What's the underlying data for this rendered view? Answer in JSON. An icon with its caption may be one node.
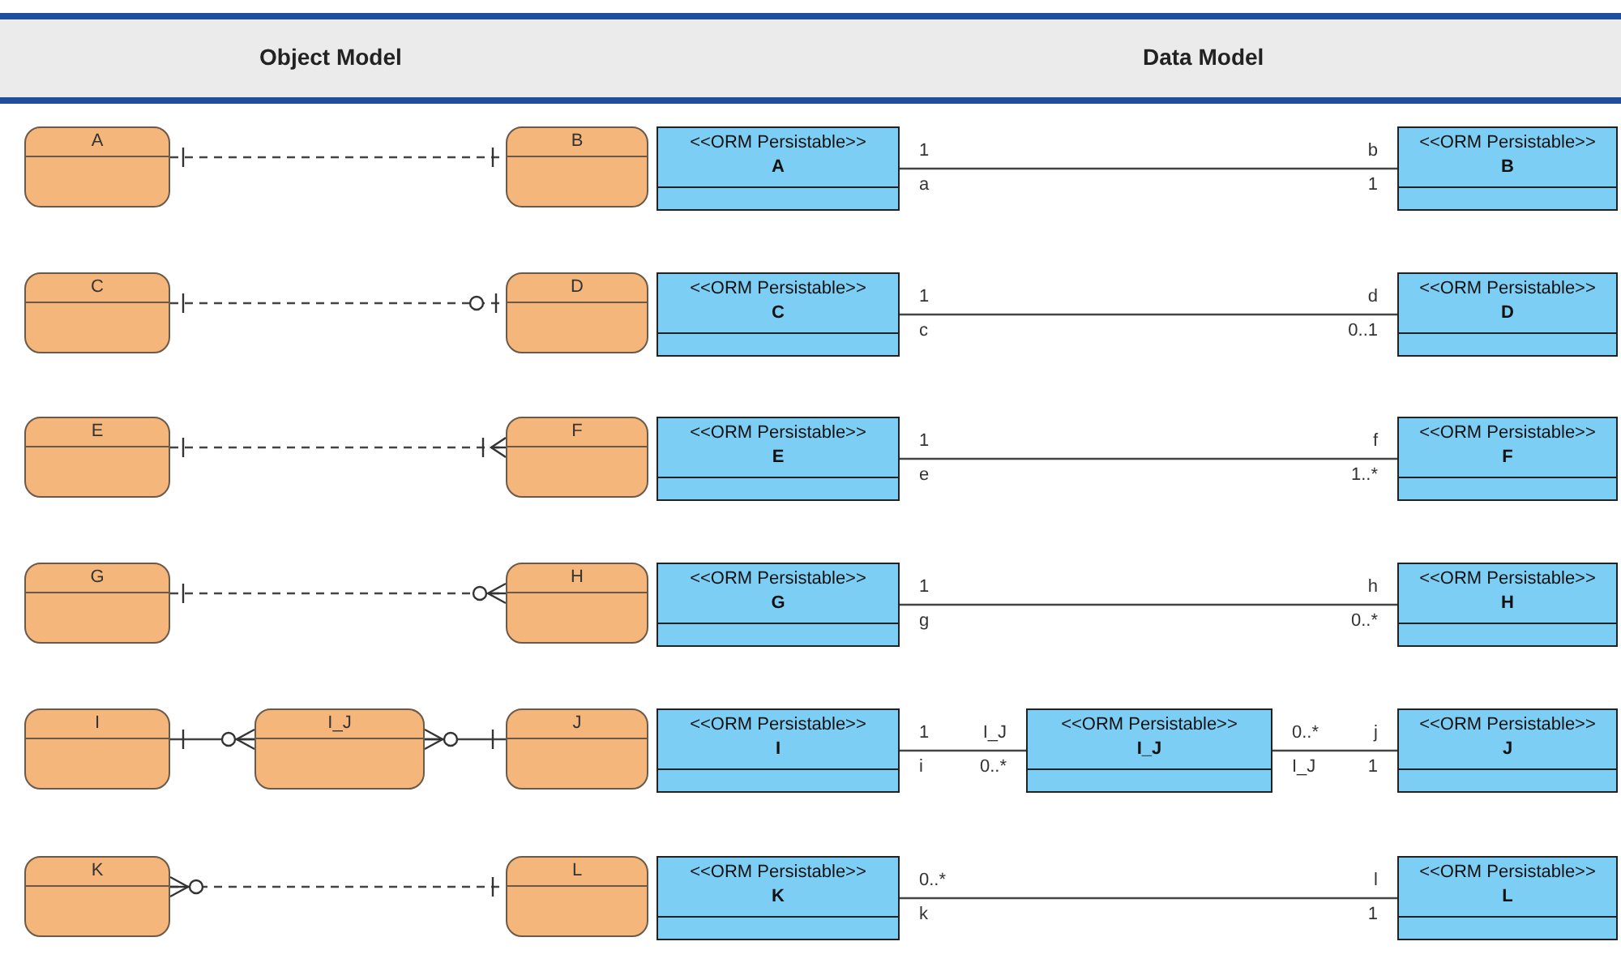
{
  "diagram": {
    "nodes": [
      {
        "text": [
          "A"
        ]
      },
      {
        "text": [
          "B"
        ]
      },
      {
        "text": [
          "<<ORM Persistable>>",
          "A"
        ]
      },
      {
        "text": [
          "<<ORM Persistable>>",
          "B"
        ]
      },
      {
        "text": [
          "C"
        ]
      },
      {
        "text": [
          "D"
        ]
      },
      {
        "text": [
          "<<ORM Persistable>>",
          "C"
        ]
      },
      {
        "text": [
          "<<ORM Persistable>>",
          "D"
        ]
      },
      {
        "text": [
          "E"
        ]
      },
      {
        "text": [
          "F"
        ]
      },
      {
        "text": [
          "<<ORM Persistable>>",
          "E"
        ]
      },
      {
        "text": [
          "<<ORM Persistable>>",
          "F"
        ]
      },
      {
        "text": [
          "G"
        ]
      },
      {
        "text": [
          "H"
        ]
      },
      {
        "text": [
          "<<ORM Persistable>>",
          "G"
        ]
      },
      {
        "text": [
          "<<ORM Persistable>>",
          "H"
        ]
      },
      {
        "text": [
          "I"
        ]
      },
      {
        "text": [
          "I_J"
        ]
      },
      {
        "text": [
          "J"
        ]
      },
      {
        "text": [
          "<<ORM Persistable>>",
          "I"
        ]
      },
      {
        "text": [
          "<<ORM Persistable>>",
          "I_J"
        ]
      },
      {
        "text": [
          "<<ORM Persistable>>",
          "J"
        ]
      },
      {
        "text": [
          "K"
        ]
      },
      {
        "text": [
          "L"
        ]
      },
      {
        "text": [
          "<<ORM Persistable>>",
          "K"
        ]
      },
      {
        "text": [
          "<<ORM Persistable>>",
          "L"
        ]
      }
    ],
    "edges": [
      {
        "from": 0,
        "to": 1,
        "arrow": "other",
        "style": "dashed"
      },
      {
        "from": 2,
        "to": 3,
        "arrow": "none"
      },
      {
        "from": 4,
        "to": 5,
        "arrow": "other",
        "style": "dashed"
      },
      {
        "from": 6,
        "to": 7,
        "arrow": "none"
      },
      {
        "from": 8,
        "to": 9,
        "arrow": "other",
        "style": "dashed"
      },
      {
        "from": 10,
        "to": 11,
        "arrow": "none"
      },
      {
        "from": 12,
        "to": 13,
        "arrow": "other",
        "style": "dashed"
      },
      {
        "from": 14,
        "to": 15,
        "arrow": "none"
      },
      {
        "from": 16,
        "to": 17,
        "arrow": "other"
      },
      {
        "from": 17,
        "to": 18,
        "arrow": "other"
      },
      {
        "from": 19,
        "to": 20,
        "arrow": "none"
      },
      {
        "from": 20,
        "to": 21,
        "arrow": "none"
      },
      {
        "from": 22,
        "to": 23,
        "arrow": "other",
        "style": "dashed"
      },
      {
        "from": 24,
        "to": 25,
        "arrow": "none"
      }
    ],
    "labels": [
      "Object Model",
      "Data Model",
      "1",
      "b",
      "a",
      "1",
      "1",
      "d",
      "c",
      "0..1",
      "1",
      "f",
      "e",
      "1..*",
      "1",
      "h",
      "g",
      "0..*",
      "1",
      "I_J",
      "i",
      "0..*",
      "0..*",
      "j",
      "I_J",
      "1",
      "0..*",
      "l",
      "k",
      "1"
    ]
  }
}
